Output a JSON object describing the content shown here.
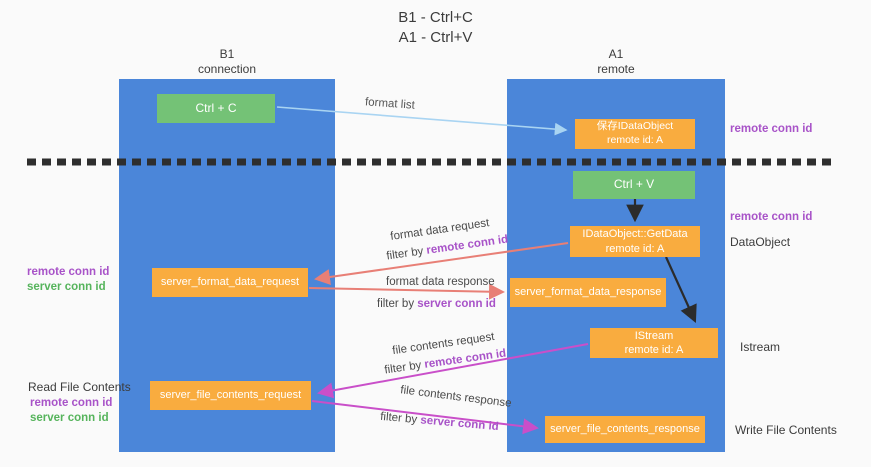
{
  "title": {
    "line1": "B1 - Ctrl+C",
    "line2": "A1 - Ctrl+V"
  },
  "lanes": {
    "left": {
      "name": "B1",
      "role": "connection"
    },
    "right": {
      "name": "A1",
      "role": "remote"
    }
  },
  "boxes": {
    "ctrl_c": {
      "label": "Ctrl + C"
    },
    "save_idataobject": {
      "title": "保存IDataObject",
      "subtitle": "remote id: A"
    },
    "ctrl_v": {
      "label": "Ctrl + V"
    },
    "getdata": {
      "title": "IDataObject::GetData",
      "subtitle": "remote id: A"
    },
    "server_format_data_request": {
      "label": "server_format_data_request"
    },
    "server_format_data_response": {
      "label": "server_format_data_response"
    },
    "istream": {
      "title": "IStream",
      "subtitle": "remote id: A"
    },
    "server_file_contents_request": {
      "label": "server_file_contents_request"
    },
    "server_file_contents_response": {
      "label": "server_file_contents_response"
    }
  },
  "arrows": {
    "format_list": {
      "label": "format list"
    },
    "format_data_request": {
      "label": "format data request",
      "filter_prefix": "filter by ",
      "filter_key": "remote conn id"
    },
    "format_data_response": {
      "label": "format data response",
      "filter_prefix": "filter by ",
      "filter_key": "server conn id"
    },
    "file_contents_request": {
      "label": "file contents request",
      "filter_prefix": "filter by ",
      "filter_key": "remote conn id"
    },
    "file_contents_response": {
      "label": "file contents response",
      "filter_prefix": "filter by ",
      "filter_key": "server conn id"
    }
  },
  "annotations": {
    "right_top_remote_conn_id": "remote conn id",
    "right_mid_remote_conn_id": "remote conn id",
    "dataobject": "DataObject",
    "istream": "Istream",
    "write_file_contents": "Write File Contents",
    "left_format_remote_conn_id": "remote conn id",
    "left_format_server_conn_id": "server conn id",
    "read_file_contents": "Read File Contents",
    "left_file_remote_conn_id": "remote conn id",
    "left_file_server_conn_id": "server conn id"
  },
  "colors": {
    "lane_blue": "#4b86d9",
    "box_orange": "#f9ac3f",
    "box_green": "#74c276",
    "arrow_lightblue": "#a9d4f2",
    "arrow_salmon": "#e87f76",
    "arrow_magenta": "#c94fc9",
    "arrow_black": "#2b2b2b",
    "text_purple": "#a853c8",
    "text_green": "#56b45c",
    "separator_black": "#2e2e2e",
    "background": "#fafafa"
  }
}
